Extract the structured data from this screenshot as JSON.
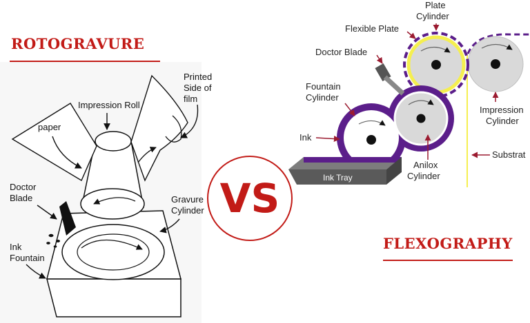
{
  "left_title": "ROTOGRAVURE",
  "right_title": "FLEXOGRAPHY",
  "vs": "VS",
  "colors": {
    "brand_red": "#c21b17",
    "purple": "#5b1e8a",
    "yellow": "#f5ef4f",
    "cylinder_gray": "#d9d9d9",
    "label_arrow": "#9b1b30",
    "ink_tray": "#5a5a5a"
  },
  "rotogravure": {
    "impression_roll": "Impression Roll",
    "paper": "paper",
    "printed_side_lines": [
      "Printed",
      "Side of",
      "film"
    ],
    "doctor_blade_lines": [
      "Doctor",
      "Blade"
    ],
    "gravure_cylinder_lines": [
      "Gravure",
      "Cylinder"
    ],
    "ink_fountain_lines": [
      "Ink",
      "Fountain"
    ]
  },
  "flexography": {
    "plate_cylinder_lines": [
      "Plate",
      "Cylinder"
    ],
    "flexible_plate": "Flexible Plate",
    "doctor_blade": "Doctor Blade",
    "fountain_cylinder_lines": [
      "Fountain",
      "Cylinder"
    ],
    "ink": "Ink",
    "ink_tray": "Ink Tray",
    "anilox_cylinder_lines": [
      "Anilox",
      "Cylinder"
    ],
    "impression_cylinder_lines": [
      "Impression",
      "Cylinder"
    ],
    "substrate": "Substrat"
  }
}
